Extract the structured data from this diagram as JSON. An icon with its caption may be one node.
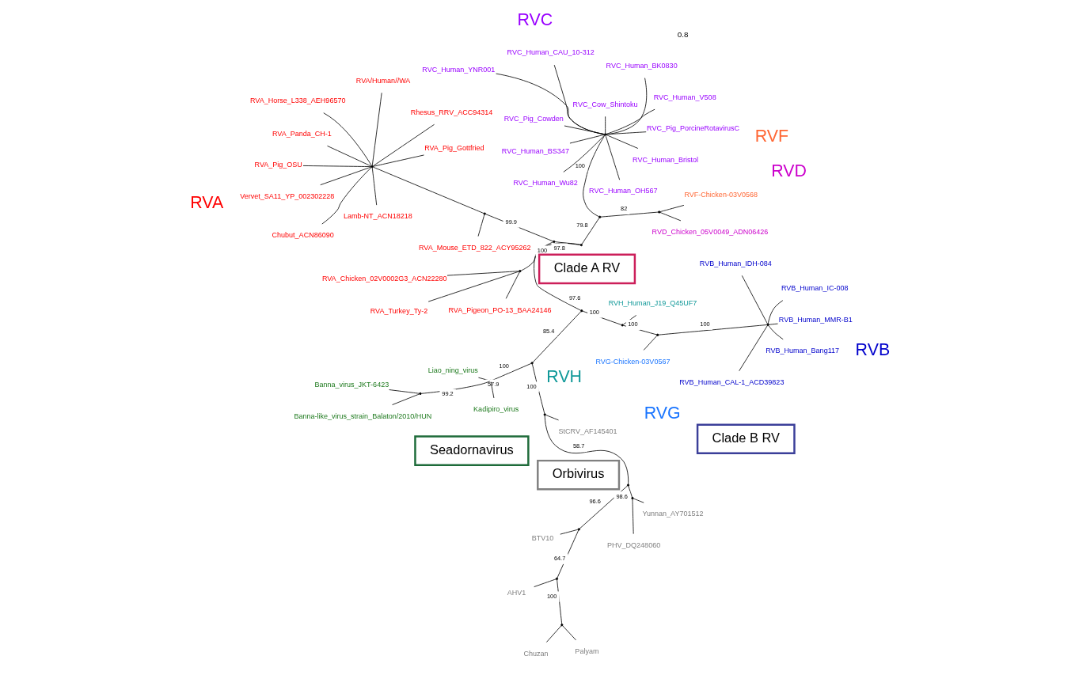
{
  "diagram": {
    "nodes": [
      {
        "text": [],
        "shape": "point"
      },
      {
        "text": [],
        "shape": "point"
      },
      {
        "text": [],
        "shape": "point"
      },
      {
        "text": [],
        "shape": "point"
      },
      {
        "text": [],
        "shape": "point"
      },
      {
        "text": [],
        "shape": "point"
      },
      {
        "text": [],
        "shape": "point"
      },
      {
        "text": [],
        "shape": "point"
      },
      {
        "text": [
          "Chuzan"
        ]
      },
      {
        "text": [
          "Palyam"
        ]
      },
      {
        "text": [
          "AHV1"
        ]
      },
      {
        "text": [
          "BTV10"
        ]
      },
      {
        "text": [],
        "shape": "point"
      },
      {
        "text": [
          "PHV_DQ248060"
        ]
      },
      {
        "text": [
          "Yunnan_AY701512"
        ]
      },
      {
        "text": [
          "StCRV_AF145401"
        ]
      },
      {
        "text": [],
        "shape": "point"
      },
      {
        "text": [
          "Liao_ning_virus"
        ]
      },
      {
        "text": [],
        "shape": "point"
      },
      {
        "text": [
          "Banna_virus_JKT-6423"
        ]
      },
      {
        "text": [
          "Banna-like_virus_strain_Balaton/2010/HUN"
        ]
      },
      {
        "text": [
          "Kadipiro_virus"
        ]
      },
      {
        "text": [],
        "shape": "point"
      },
      {
        "text": [
          "RVH_Human_J19_Q45UF7"
        ]
      },
      {
        "text": [],
        "shape": "point"
      },
      {
        "text": [
          "RVG-Chicken-03V0567"
        ]
      },
      {
        "text": [],
        "shape": "point"
      },
      {
        "text": [
          "RVB_Human_CAL-1_ACD39823"
        ]
      },
      {
        "text": [
          "RVB_Human_Bang117"
        ]
      },
      {
        "text": [
          "RVB_Human_IC-008"
        ]
      },
      {
        "text": [
          "RVB_Human_IDH-084"
        ]
      },
      {
        "text": [
          "RVB_Human_MMR-B1"
        ]
      },
      {
        "text": [],
        "shape": "point"
      },
      {
        "text": [],
        "shape": "point"
      },
      {
        "text": [
          "RVA_Pigeon_PO-13_BAA24146"
        ]
      },
      {
        "text": [
          "RVA_Turkey_Ty-2"
        ]
      },
      {
        "text": [
          "RVA_Chicken_02V0002G3_ACN22280"
        ]
      },
      {
        "text": [],
        "shape": "point"
      },
      {
        "text": [
          "RVA_Mouse_ETD_822_ACY95262"
        ]
      },
      {
        "text": [],
        "shape": "point"
      },
      {
        "text": [
          "RVA_Horse_L338_AEH96570"
        ]
      },
      {
        "text": [
          "RVA_Pig_OSU"
        ]
      },
      {
        "text": [
          "RVA_Panda_CH-1"
        ]
      },
      {
        "text": [
          "RVA/Human//WA"
        ]
      },
      {
        "text": [
          "RVA_Pig_Gottfried"
        ]
      },
      {
        "text": [
          "Vervet_SA11_YP_002302228"
        ]
      },
      {
        "text": [
          "Lamb-NT_ACN18218"
        ]
      },
      {
        "text": [
          "Chubut_ACN86090"
        ]
      },
      {
        "text": [
          "Rhesus_RRV_ACC94314"
        ]
      },
      {
        "text": [],
        "shape": "point"
      },
      {
        "text": [],
        "shape": "point"
      },
      {
        "text": [
          "RVD_Chicken_05V0049_ADN06426"
        ]
      },
      {
        "text": [
          "RVF-Chicken-03V0568"
        ]
      },
      {
        "text": [],
        "shape": "point"
      },
      {
        "text": [
          "RVC_Human_BK0830"
        ]
      },
      {
        "text": [
          "RVC_Human_OH567"
        ]
      },
      {
        "text": [
          "RVC_Human_Wu82"
        ]
      },
      {
        "text": [
          "RVC_Human_YNR001"
        ]
      },
      {
        "text": [
          "RVC_Pig_PorcineRotavirusC"
        ]
      },
      {
        "text": [
          "RVC_Pig_Cowden"
        ]
      },
      {
        "text": [
          "RVC_Cow_Shintoku"
        ]
      },
      {
        "text": [
          "RVC_Human_CAU_10-312"
        ]
      },
      {
        "text": [
          "RVC_Human_BS347"
        ]
      },
      {
        "text": [
          "RVC_Human_V508"
        ]
      },
      {
        "text": [
          "RVC_Human_Bristol"
        ]
      },
      {
        "text": [
          "Orbivirus"
        ]
      },
      {
        "text": [
          "Clade A RV"
        ]
      },
      {
        "text": [
          "Seadornavirus"
        ]
      },
      {
        "text": [
          "Clade B RV"
        ]
      }
    ],
    "edges": [
      {
        "from": 0,
        "to": 1,
        "arrow": "none",
        "label": "97.6"
      },
      {
        "from": 1,
        "to": 2,
        "arrow": "none",
        "label": "85.4"
      },
      {
        "from": 2,
        "to": 3,
        "arrow": "none",
        "label": "100"
      },
      {
        "from": 3,
        "to": 4,
        "arrow": "none",
        "label": "58.7"
      },
      {
        "from": 4,
        "to": 5,
        "arrow": "none",
        "label": "96.6"
      },
      {
        "from": 5,
        "to": 6,
        "arrow": "none",
        "label": "64.7"
      },
      {
        "from": 6,
        "to": 7,
        "arrow": "none",
        "label": "100"
      },
      {
        "from": 7,
        "to": 8,
        "arrow": "none"
      },
      {
        "from": 7,
        "to": 9,
        "arrow": "none"
      },
      {
        "from": 6,
        "to": 10,
        "arrow": "none"
      },
      {
        "from": 5,
        "to": 11,
        "arrow": "none"
      },
      {
        "from": 4,
        "to": 12,
        "arrow": "none",
        "label": "98.6"
      },
      {
        "from": 12,
        "to": 13,
        "arrow": "none"
      },
      {
        "from": 12,
        "to": 14,
        "arrow": "none"
      },
      {
        "from": 3,
        "to": 15,
        "arrow": "none"
      },
      {
        "from": 2,
        "to": 16,
        "arrow": "none",
        "label": "100"
      },
      {
        "from": 16,
        "to": 17,
        "arrow": "none",
        "label": "57.9"
      },
      {
        "from": 16,
        "to": 18,
        "arrow": "none",
        "label": "99.2"
      },
      {
        "from": 18,
        "to": 19,
        "arrow": "none"
      },
      {
        "from": 18,
        "to": 20,
        "arrow": "none"
      },
      {
        "from": 16,
        "to": 21,
        "arrow": "none"
      },
      {
        "from": 1,
        "to": 22,
        "arrow": "none",
        "label": "100"
      },
      {
        "from": 22,
        "to": 23,
        "arrow": "none"
      },
      {
        "from": 22,
        "to": 24,
        "arrow": "none",
        "label": "100"
      },
      {
        "from": 24,
        "to": 25,
        "arrow": "none"
      },
      {
        "from": 24,
        "to": 26,
        "arrow": "none",
        "label": "100"
      },
      {
        "from": 26,
        "to": 27,
        "arrow": "none"
      },
      {
        "from": 26,
        "to": 28,
        "arrow": "none"
      },
      {
        "from": 26,
        "to": 29,
        "arrow": "none"
      },
      {
        "from": 26,
        "to": 30,
        "arrow": "none"
      },
      {
        "from": 26,
        "to": 31,
        "arrow": "none"
      },
      {
        "from": 0,
        "to": 32,
        "arrow": "none",
        "label": "97.8"
      },
      {
        "from": 32,
        "to": 33,
        "arrow": "none",
        "label": "100"
      },
      {
        "from": 33,
        "to": 34,
        "arrow": "none"
      },
      {
        "from": 33,
        "to": 35,
        "arrow": "none"
      },
      {
        "from": 33,
        "to": 36,
        "arrow": "none"
      },
      {
        "from": 32,
        "to": 37,
        "arrow": "none",
        "label": "99.9"
      },
      {
        "from": 37,
        "to": 38,
        "arrow": "none"
      },
      {
        "from": 37,
        "to": 39,
        "arrow": "none"
      },
      {
        "from": 39,
        "to": 40,
        "arrow": "none"
      },
      {
        "from": 39,
        "to": 41,
        "arrow": "none"
      },
      {
        "from": 39,
        "to": 42,
        "arrow": "none"
      },
      {
        "from": 39,
        "to": 43,
        "arrow": "none"
      },
      {
        "from": 39,
        "to": 44,
        "arrow": "none"
      },
      {
        "from": 39,
        "to": 45,
        "arrow": "none"
      },
      {
        "from": 39,
        "to": 46,
        "arrow": "none"
      },
      {
        "from": 39,
        "to": 47,
        "arrow": "none"
      },
      {
        "from": 39,
        "to": 48,
        "arrow": "none"
      },
      {
        "from": 0,
        "to": 49,
        "arrow": "none",
        "label": "79.8"
      },
      {
        "from": 49,
        "to": 50,
        "arrow": "none",
        "label": "82"
      },
      {
        "from": 50,
        "to": 51,
        "arrow": "none"
      },
      {
        "from": 50,
        "to": 52,
        "arrow": "none"
      },
      {
        "from": 49,
        "to": 53,
        "arrow": "none",
        "label": "100"
      },
      {
        "from": 53,
        "to": 54,
        "arrow": "none"
      },
      {
        "from": 53,
        "to": 55,
        "arrow": "none"
      },
      {
        "from": 53,
        "to": 56,
        "arrow": "none"
      },
      {
        "from": 53,
        "to": 57,
        "arrow": "none"
      },
      {
        "from": 53,
        "to": 58,
        "arrow": "none"
      },
      {
        "from": 53,
        "to": 59,
        "arrow": "none"
      },
      {
        "from": 53,
        "to": 60,
        "arrow": "none"
      },
      {
        "from": 53,
        "to": 61,
        "arrow": "none"
      },
      {
        "from": 53,
        "to": 62,
        "arrow": "none"
      },
      {
        "from": 53,
        "to": 63,
        "arrow": "none"
      },
      {
        "from": 53,
        "to": 64,
        "arrow": "none"
      }
    ],
    "labels": [
      "RVA",
      "RVD",
      "RVF",
      "RVC",
      "RVH",
      "RVG",
      "RVB",
      "0.8"
    ]
  }
}
